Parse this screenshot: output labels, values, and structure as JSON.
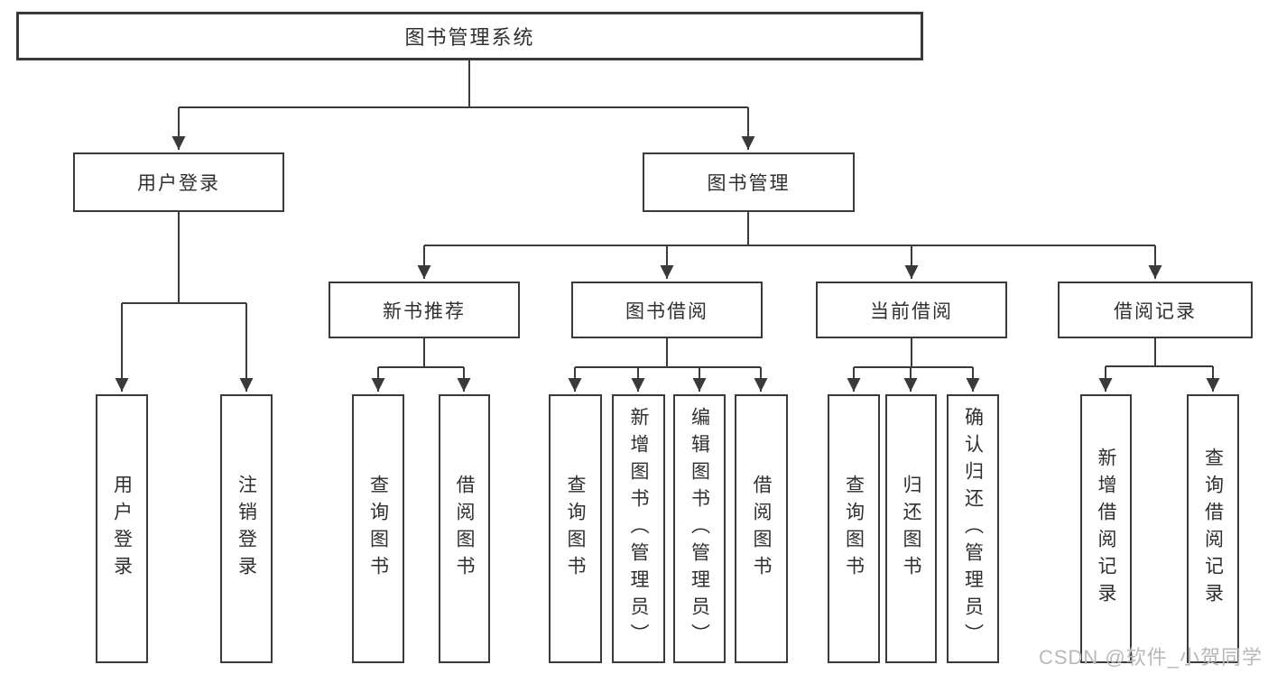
{
  "diagram": {
    "root": {
      "label": "图书管理系统"
    },
    "branches": {
      "user_login": {
        "label": "用户登录",
        "children": [
          {
            "label": "用户登录"
          },
          {
            "label": "注销登录"
          }
        ]
      },
      "book_management": {
        "label": "图书管理",
        "children": [
          {
            "label": "新书推荐",
            "children": [
              {
                "label": "查询图书"
              },
              {
                "label": "借阅图书"
              }
            ]
          },
          {
            "label": "图书借阅",
            "children": [
              {
                "label": "查询图书"
              },
              {
                "label": "新增图书（管理员）"
              },
              {
                "label": "编辑图书（管理员）"
              },
              {
                "label": "借阅图书"
              }
            ]
          },
          {
            "label": "当前借阅",
            "children": [
              {
                "label": "查询图书"
              },
              {
                "label": "归还图书"
              },
              {
                "label": "确认归还（管理员）"
              }
            ]
          },
          {
            "label": "借阅记录",
            "children": [
              {
                "label": "新增借阅记录"
              },
              {
                "label": "查询借阅记录"
              }
            ]
          }
        ]
      }
    }
  },
  "watermark": {
    "text": "CSDN @软件_小贺同学"
  },
  "colors": {
    "line": "#3a3a3a",
    "border": "#3a3a3a",
    "text": "#2f2f2f",
    "watermark": "#b8b8b8",
    "background": "#ffffff"
  }
}
